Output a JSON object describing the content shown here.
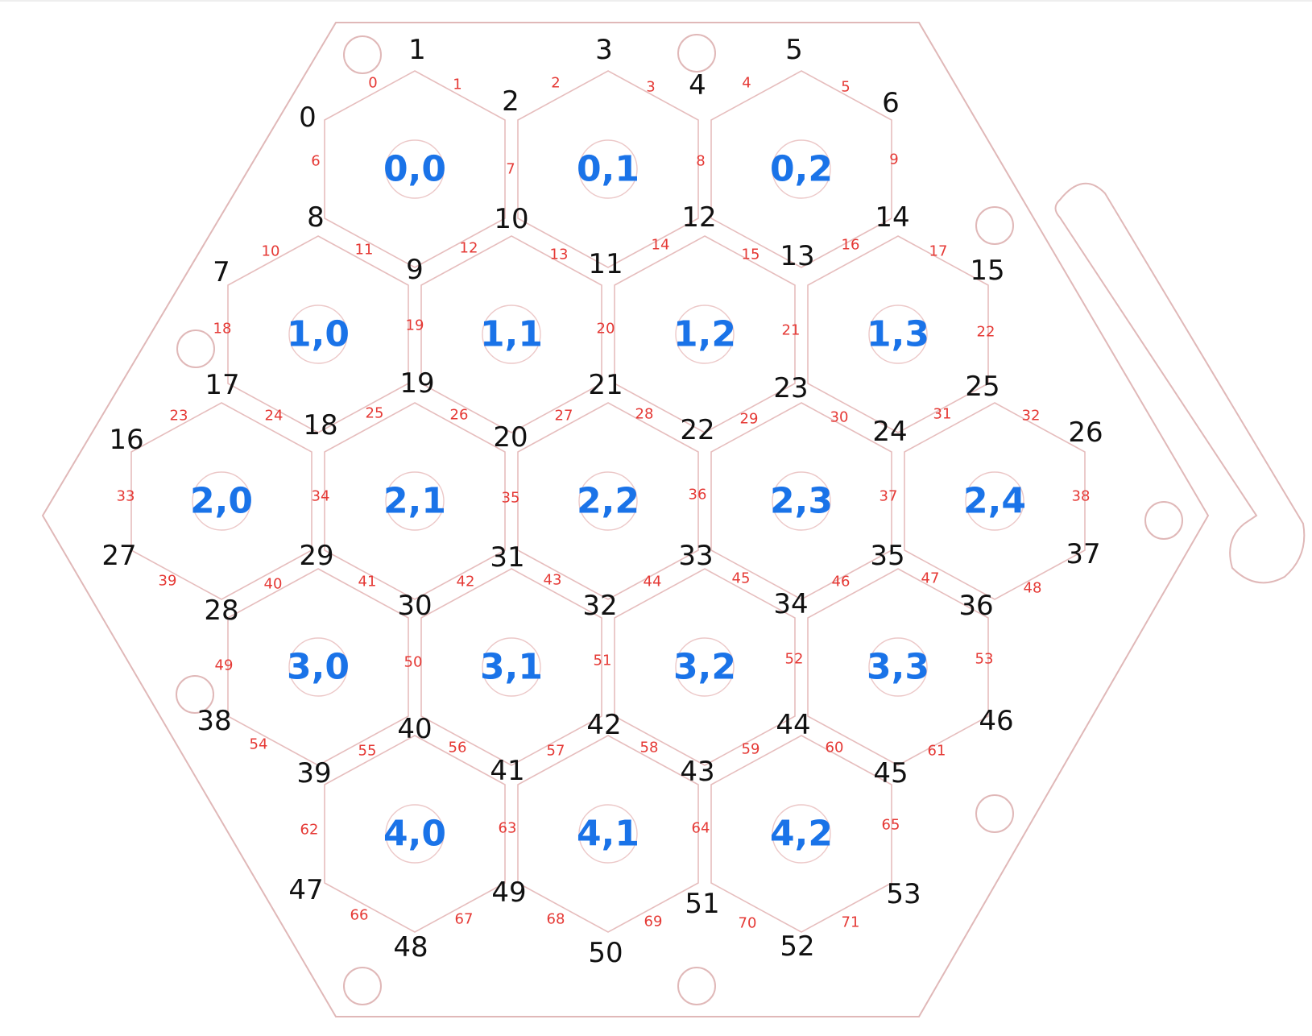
{
  "colors": {
    "outline": "#e0b8b8",
    "cell_label": "#1a73e8",
    "vertex_label": "#111111",
    "edge_label": "#e53935"
  },
  "cells": [
    {
      "label": "0,0",
      "row": 0,
      "col": 0
    },
    {
      "label": "0,1",
      "row": 0,
      "col": 1
    },
    {
      "label": "0,2",
      "row": 0,
      "col": 2
    },
    {
      "label": "1,0",
      "row": 1,
      "col": 0
    },
    {
      "label": "1,1",
      "row": 1,
      "col": 1
    },
    {
      "label": "1,2",
      "row": 1,
      "col": 2
    },
    {
      "label": "1,3",
      "row": 1,
      "col": 3
    },
    {
      "label": "2,0",
      "row": 2,
      "col": 0
    },
    {
      "label": "2,1",
      "row": 2,
      "col": 1
    },
    {
      "label": "2,2",
      "row": 2,
      "col": 2
    },
    {
      "label": "2,3",
      "row": 2,
      "col": 3
    },
    {
      "label": "2,4",
      "row": 2,
      "col": 4
    },
    {
      "label": "3,0",
      "row": 3,
      "col": 0
    },
    {
      "label": "3,1",
      "row": 3,
      "col": 1
    },
    {
      "label": "3,2",
      "row": 3,
      "col": 2
    },
    {
      "label": "3,3",
      "row": 3,
      "col": 3
    },
    {
      "label": "4,0",
      "row": 4,
      "col": 0
    },
    {
      "label": "4,1",
      "row": 4,
      "col": 1
    },
    {
      "label": "4,2",
      "row": 4,
      "col": 2
    }
  ],
  "vertex_labels": [
    "0",
    "1",
    "2",
    "3",
    "4",
    "5",
    "6",
    "7",
    "8",
    "9",
    "10",
    "11",
    "12",
    "13",
    "14",
    "15",
    "16",
    "17",
    "18",
    "19",
    "20",
    "21",
    "22",
    "23",
    "24",
    "25",
    "26",
    "27",
    "28",
    "29",
    "30",
    "31",
    "32",
    "33",
    "34",
    "35",
    "36",
    "37",
    "38",
    "39",
    "40",
    "41",
    "42",
    "43",
    "44",
    "45",
    "46",
    "47",
    "48",
    "49",
    "50",
    "51",
    "52",
    "53"
  ],
  "edge_labels": [
    "0",
    "1",
    "2",
    "3",
    "4",
    "5",
    "6",
    "7",
    "8",
    "9",
    "10",
    "11",
    "12",
    "13",
    "14",
    "15",
    "16",
    "17",
    "18",
    "19",
    "20",
    "21",
    "22",
    "23",
    "24",
    "25",
    "26",
    "27",
    "28",
    "29",
    "30",
    "31",
    "32",
    "33",
    "34",
    "35",
    "36",
    "37",
    "38",
    "39",
    "40",
    "41",
    "42",
    "43",
    "44",
    "45",
    "46",
    "47",
    "48",
    "49",
    "50",
    "51",
    "52",
    "53",
    "54",
    "55",
    "56",
    "57",
    "58",
    "59",
    "60",
    "61",
    "62",
    "63",
    "64",
    "65",
    "66",
    "67",
    "68",
    "69",
    "70",
    "71"
  ]
}
